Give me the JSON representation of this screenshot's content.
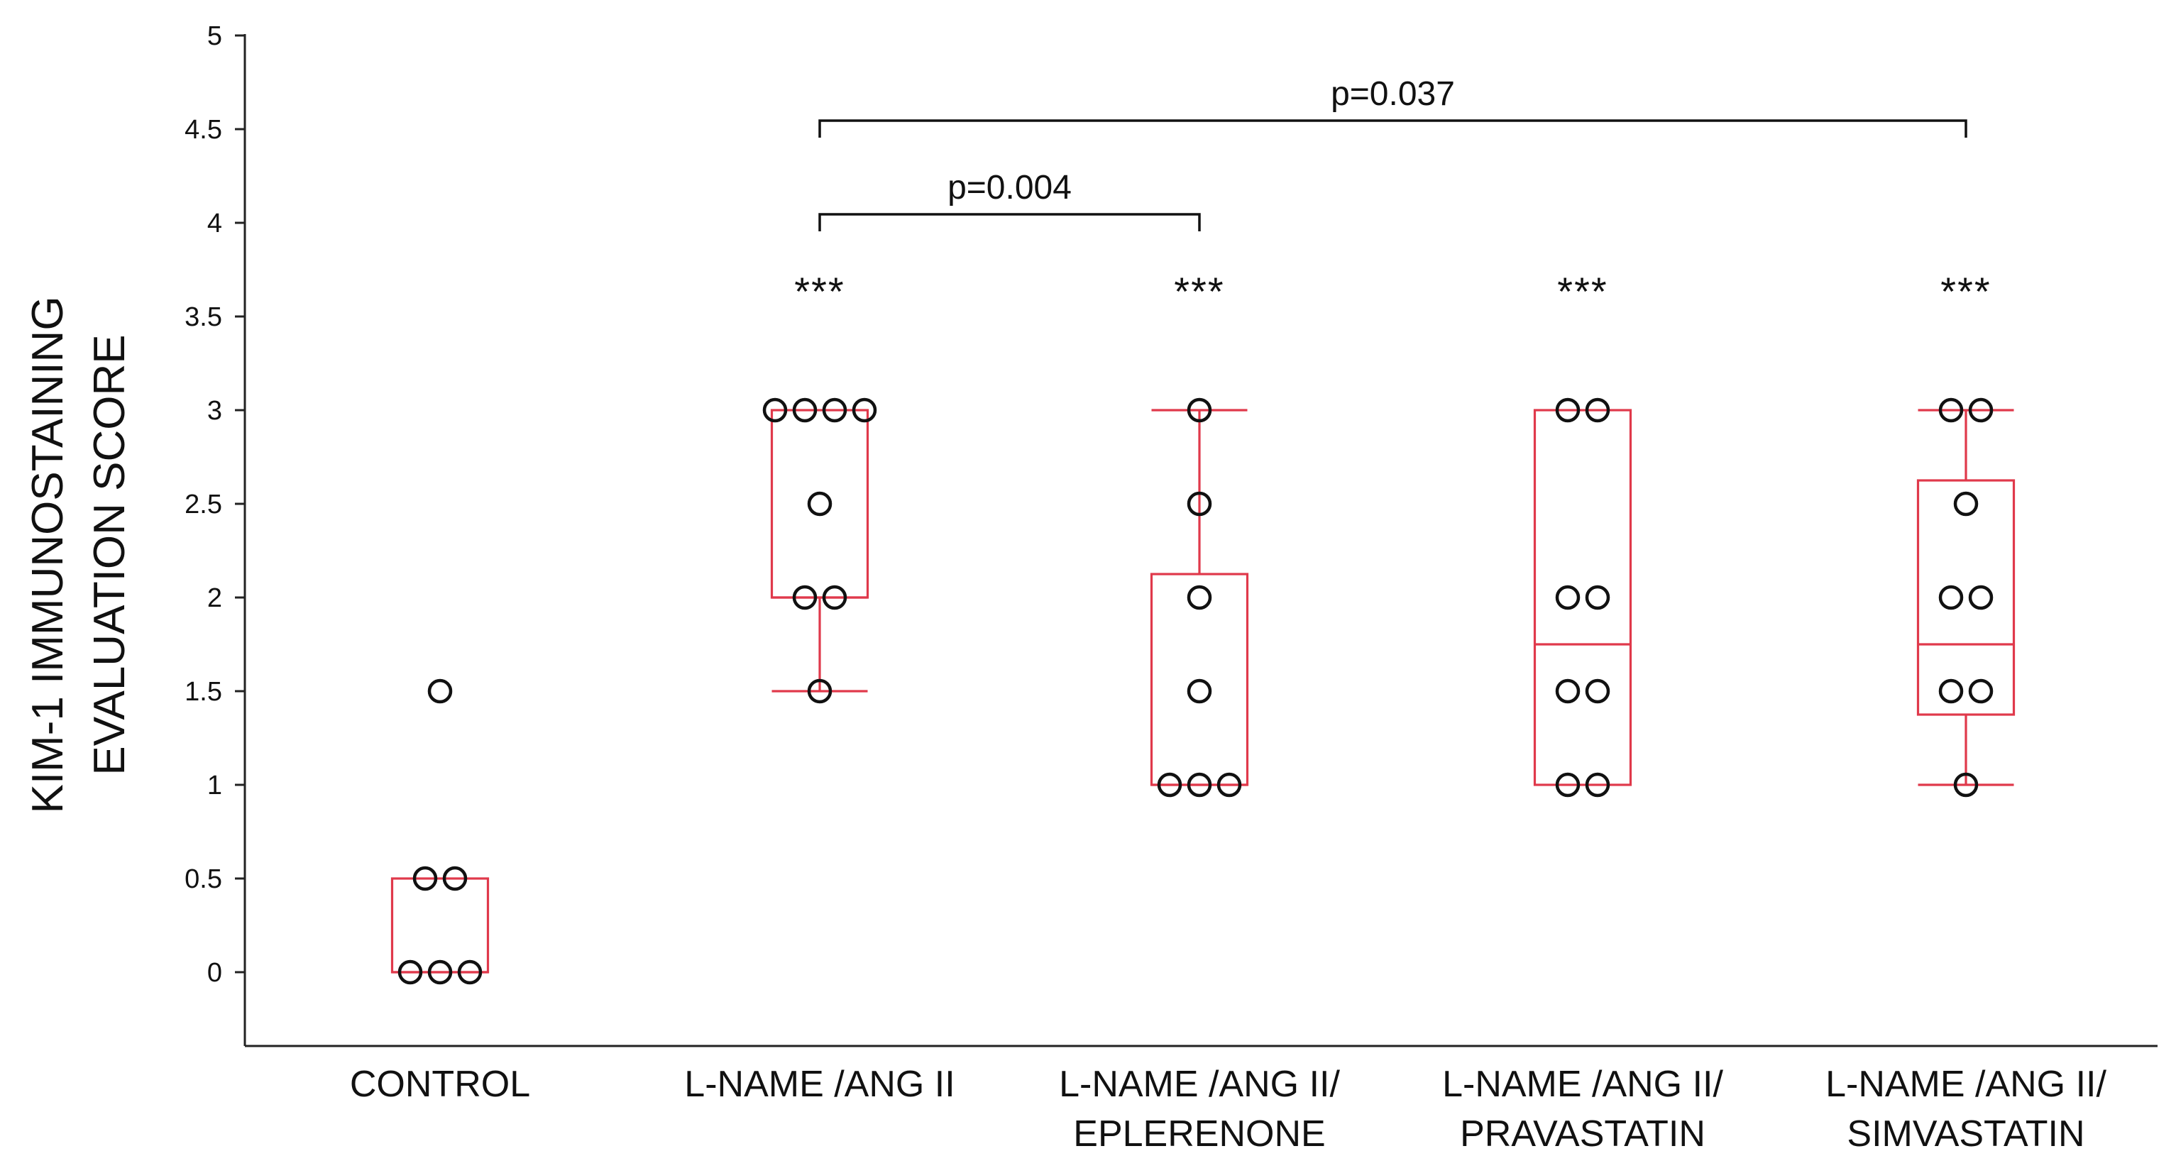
{
  "chart_data": {
    "type": "box",
    "ylabel_lines": [
      "KIM-1 IMMUNOSTAINING",
      "EVALUATION SCORE"
    ],
    "xlabel": "",
    "ylim": [
      -0.4,
      5
    ],
    "yticks": [
      0,
      0.5,
      1,
      1.5,
      2,
      2.5,
      3,
      3.5,
      4,
      4.5,
      5
    ],
    "ytick_labels": [
      "0",
      "0.5",
      "1",
      "1.5",
      "2",
      "2.5",
      "3",
      "3.5",
      "4",
      "4.5",
      "5"
    ],
    "grid": false,
    "legend": "none",
    "box_color": "#e0394b",
    "point_color": "#111111",
    "categories": [
      {
        "lines": [
          "CONTROL"
        ]
      },
      {
        "lines": [
          "L-NAME /ANG II"
        ]
      },
      {
        "lines": [
          "L-NAME /ANG II/",
          "EPLERENONE"
        ]
      },
      {
        "lines": [
          "L-NAME /ANG II/",
          "PRAVASTATIN"
        ]
      },
      {
        "lines": [
          "L-NAME /ANG II/",
          "SIMVASTATIN"
        ]
      }
    ],
    "boxes": [
      {
        "q1": 0,
        "median": 0,
        "q3": 0.5,
        "whisker_low": 0,
        "whisker_high": 0.5,
        "points": [
          0,
          0,
          0,
          0.5,
          0.5,
          1.5
        ],
        "significance": ""
      },
      {
        "q1": 2,
        "median": 2,
        "q3": 3,
        "whisker_low": 1.5,
        "whisker_high": 3,
        "points": [
          3,
          3,
          3,
          3,
          2.5,
          2,
          2,
          1.5
        ],
        "significance": "***"
      },
      {
        "q1": 1,
        "median": 1,
        "q3": 2.125,
        "whisker_low": 1,
        "whisker_high": 3,
        "points": [
          3,
          2.5,
          2,
          1.5,
          1,
          1,
          1
        ],
        "significance": "***"
      },
      {
        "q1": 1,
        "median": 1.75,
        "q3": 3,
        "whisker_low": 1,
        "whisker_high": 3,
        "points": [
          3,
          3,
          2,
          2,
          1.5,
          1.5,
          1,
          1
        ],
        "significance": "***"
      },
      {
        "q1": 1.375,
        "median": 1.75,
        "q3": 2.625,
        "whisker_low": 1,
        "whisker_high": 3,
        "points": [
          3,
          3,
          2.5,
          2,
          2,
          1.5,
          1.5,
          1
        ],
        "significance": "***"
      }
    ],
    "comparisons": [
      {
        "from": 1,
        "to": 2,
        "label": "p=0.004"
      },
      {
        "from": 1,
        "to": 4,
        "label": "p=0.037"
      }
    ]
  }
}
